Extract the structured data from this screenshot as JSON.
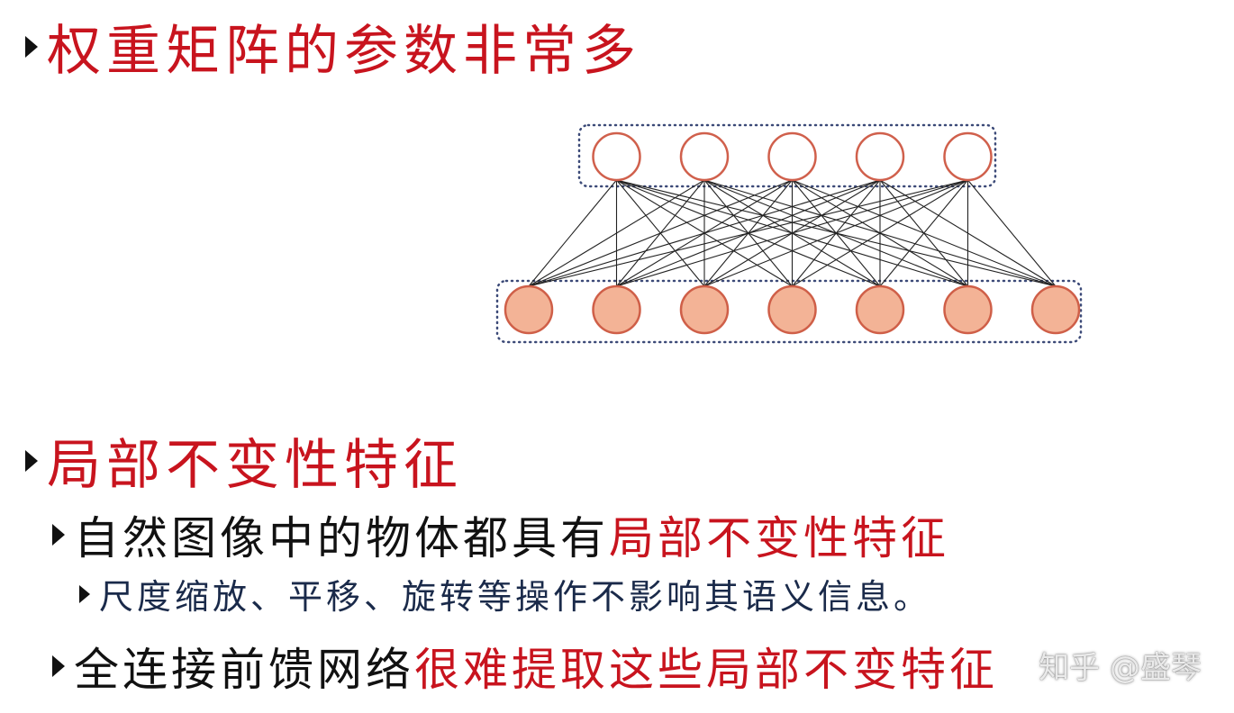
{
  "slide": {
    "heading1": "权重矩阵的参数非常多",
    "heading2": "局部不变性特征",
    "point1": {
      "prefix": "自然图像中的物体都具有",
      "highlight": "局部不变性特征"
    },
    "subpoint1": "尺度缩放、平移、旋转等操作不影响其语义信息。",
    "point2": {
      "prefix": "全连接前馈网络",
      "highlight": "很难提取这些局部不变特征"
    }
  },
  "diagram": {
    "top_layer_nodes": 5,
    "bottom_layer_nodes": 7,
    "connection": "fully-connected",
    "colors": {
      "top_node_fill": "#ffffff",
      "top_node_stroke": "#d0604c",
      "bottom_node_fill": "#f3b396",
      "bottom_node_stroke": "#cf5f48",
      "edge": "#222222",
      "group_border": "#3c4a78"
    }
  },
  "watermark": "知乎 @盛琴"
}
